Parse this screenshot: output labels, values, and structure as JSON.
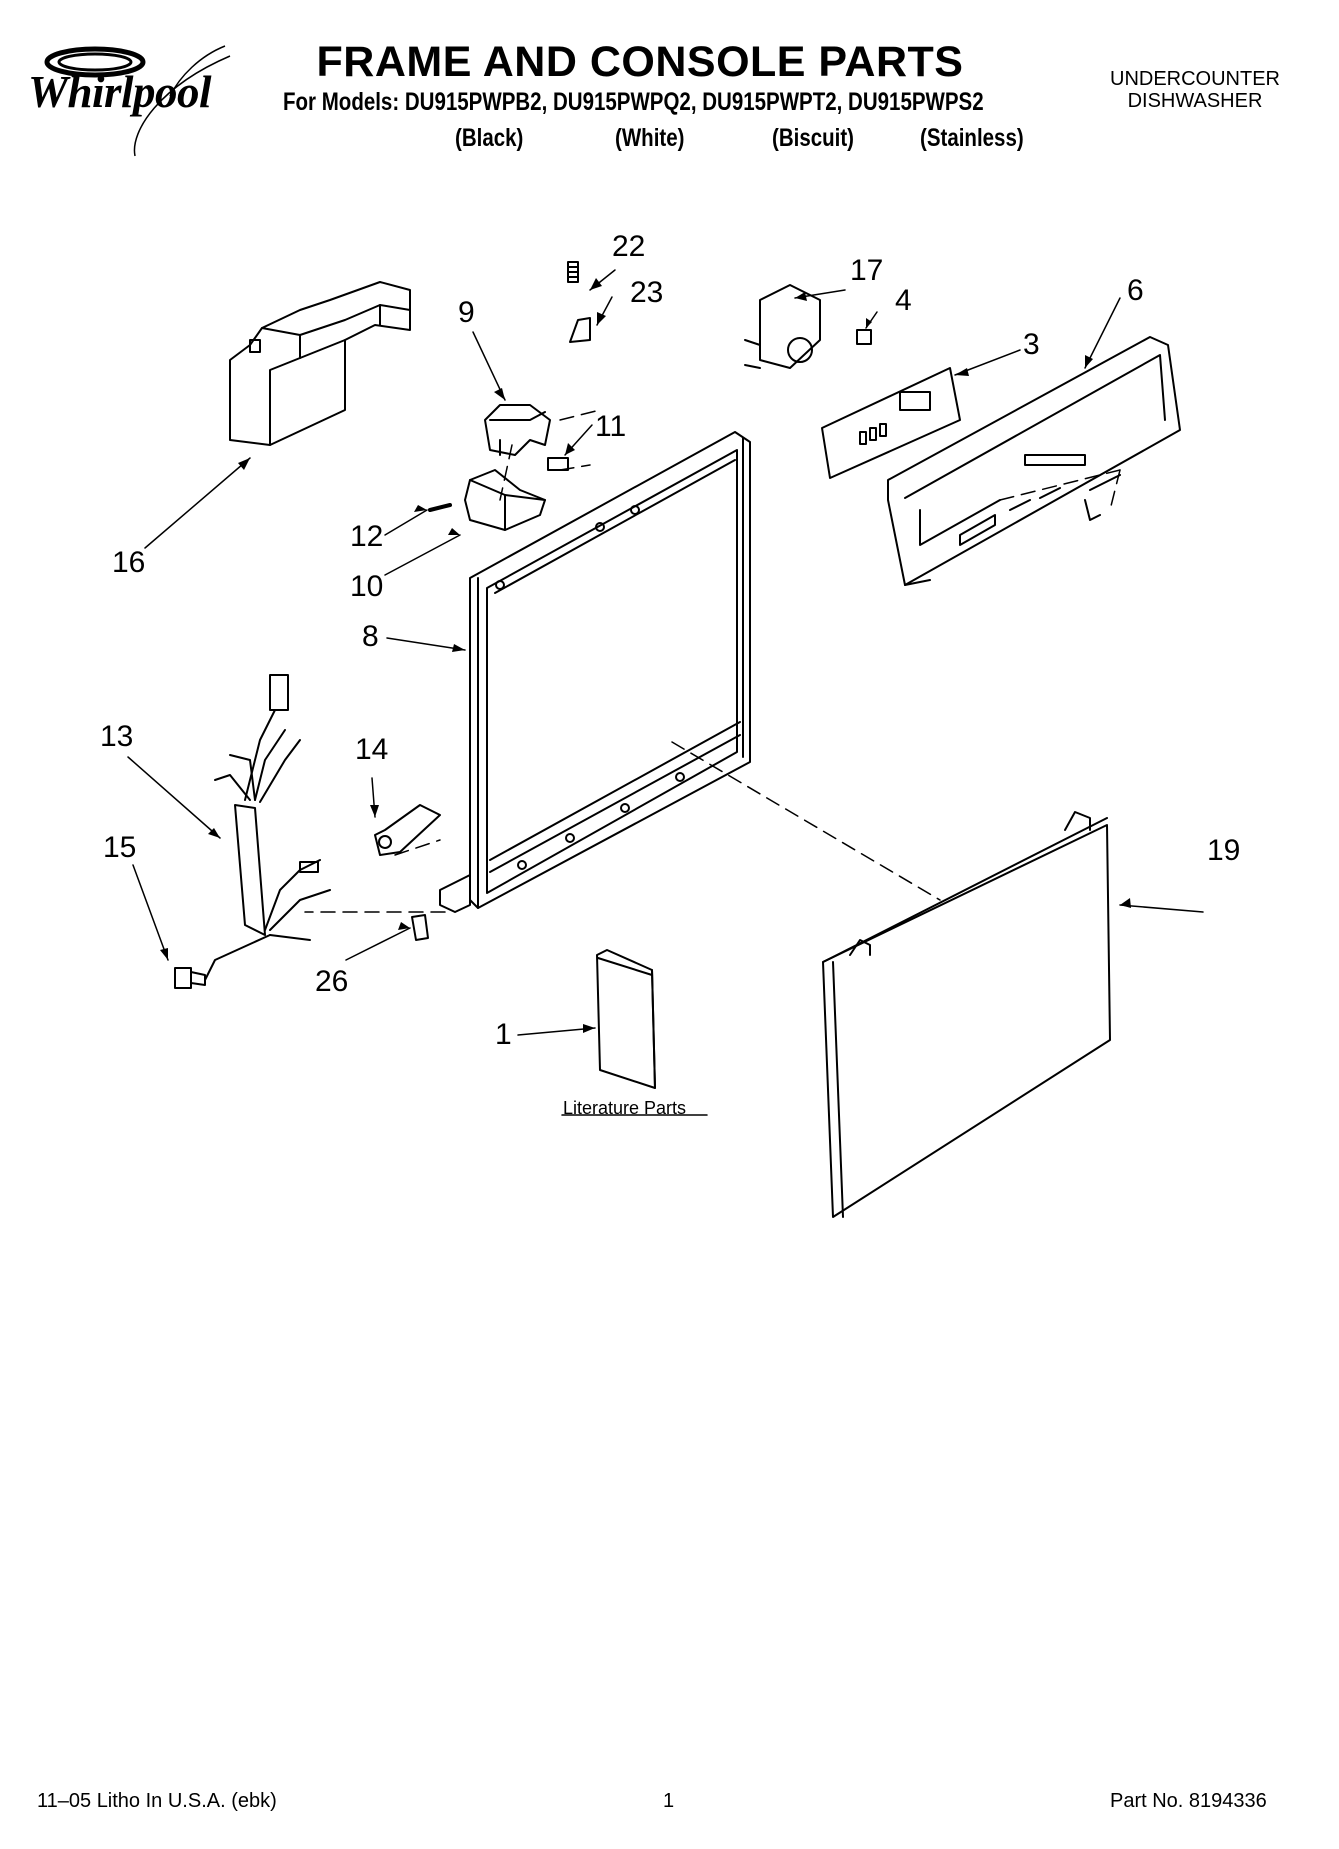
{
  "header": {
    "brand": "Whirlpool",
    "title": "FRAME AND CONSOLE PARTS",
    "models_line": "For Models: DU915PWPB2, DU915PWPQ2, DU915PWPT2, DU915PWPS2",
    "colors": [
      "(Black)",
      "(White)",
      "(Biscuit)",
      "(Stainless)"
    ],
    "category_line1": "UNDERCOUNTER",
    "category_line2": "DISHWASHER"
  },
  "callouts": {
    "n1": "1",
    "n3": "3",
    "n4": "4",
    "n6": "6",
    "n8": "8",
    "n9": "9",
    "n10": "10",
    "n11": "11",
    "n12": "12",
    "n13": "13",
    "n14": "14",
    "n15": "15",
    "n16": "16",
    "n17": "17",
    "n19": "19",
    "n22": "22",
    "n23": "23",
    "n26": "26"
  },
  "literature_label": "Literature Parts",
  "footer": {
    "left": "11–05 Litho In U.S.A. (ebk)",
    "page_number": "1",
    "part_number": "Part No. 8194336"
  }
}
